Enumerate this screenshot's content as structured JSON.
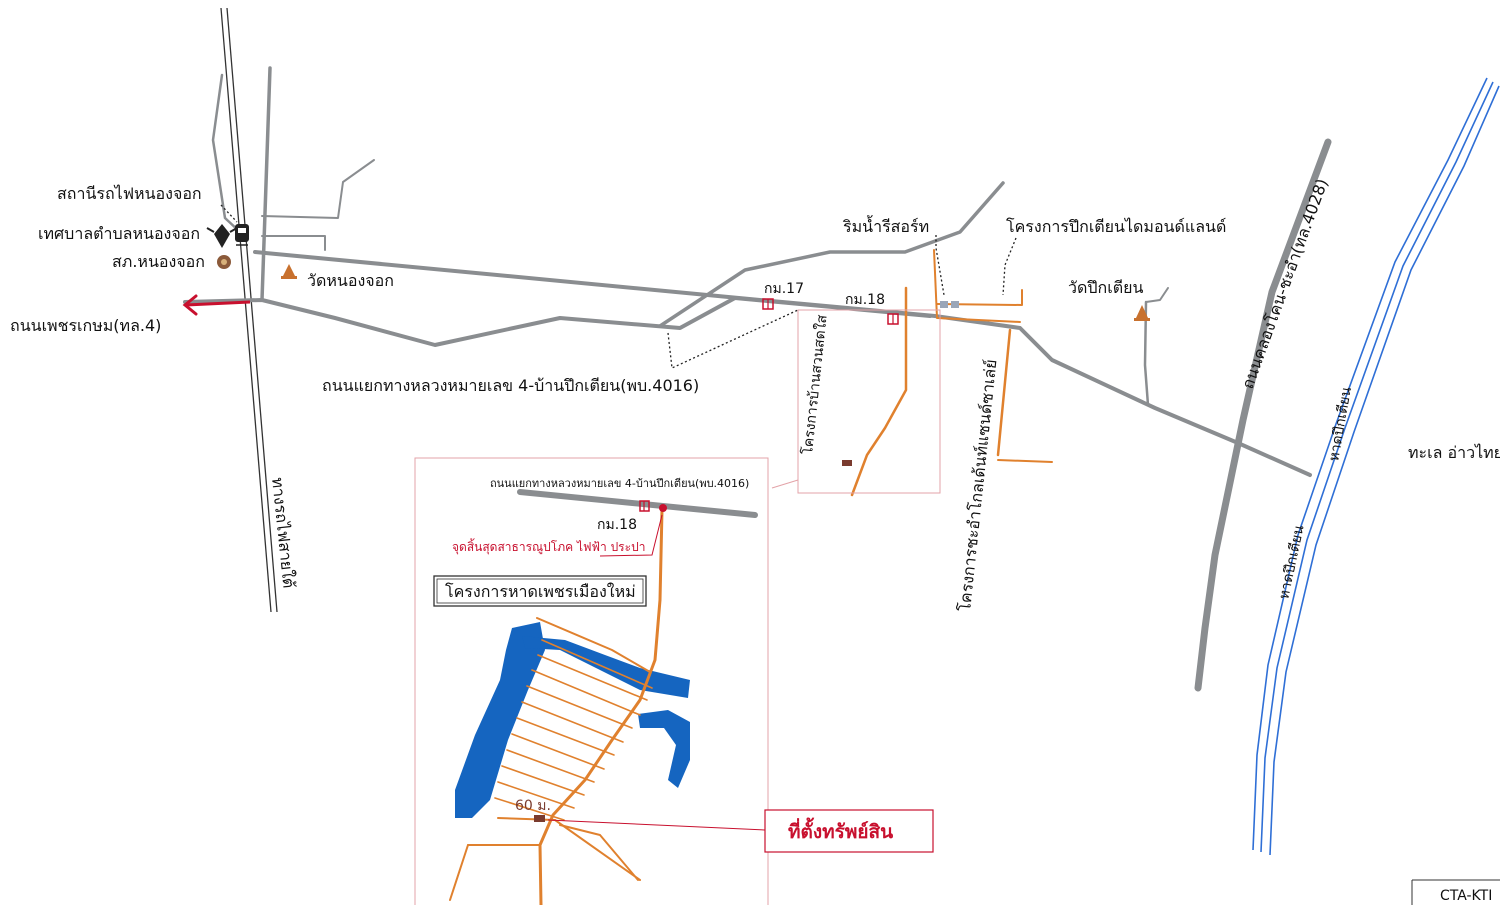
{
  "map": {
    "labels": {
      "station": "สถานีรถไฟหนองจอก",
      "municipality": "เทศบาลตำบลหนองจอก",
      "police": "สภ.หนองจอก",
      "wat_nongjok": "วัดหนองจอก",
      "highway4": "ถนนเพชรเกษม(ทล.4)",
      "railway": "ทางรถไฟสายใต้",
      "riverside_resort": "ริมน้ำรีสอร์ท",
      "diamond_land": "โครงการปึกเตียนไดมอนด์แลนด์",
      "wat_puektian": "วัดปึกเตียน",
      "km17": "กม.17",
      "km18": "กม.18",
      "suan_sodsai": "โครงการบ้านสวนสดใส",
      "cha_am_golden_sand": "โครงการชะอำโกลเด้นท์แซนด์ซาเล่ย์",
      "road_4016": "ถนนแยกทางหลวงหมายเลข 4-บ้านปึกเตียน(พบ.4016)",
      "road_4028": "ถนนคลองโคน-ชะอำ(ทล.4028)",
      "beach1": "หาดปึกเตียน",
      "beach2": "หาดปึกเตียน",
      "sea": "ทะเล อ่าวไทย",
      "inset_road": "ถนนแยกทางหลวงหมายเลข 4-บ้านปึกเตียน(พบ.4016)",
      "inset_km18": "กม.18",
      "utility_point": "จุดสิ้นสุดสาธารณูปโภค ไฟฟ้า ประปา",
      "project_name": "โครงการหาดเพชรเมืองใหม่",
      "distance": "60 ม.",
      "property": "ที่ตั้งทรัพย์สิน",
      "corner_code": "CTA-KTI"
    },
    "colors": {
      "road": "#8a8d90",
      "local_road": "#e0812e",
      "water": "#1565c0",
      "sea_lines": "#2f6fd6",
      "highlight": "#c8102e"
    },
    "icons": [
      "train-icon",
      "garuda-emblem-icon",
      "police-badge-icon",
      "temple-icon",
      "bridge-icon",
      "building-icon",
      "location-pin-icon",
      "arrow-left-icon"
    ]
  }
}
